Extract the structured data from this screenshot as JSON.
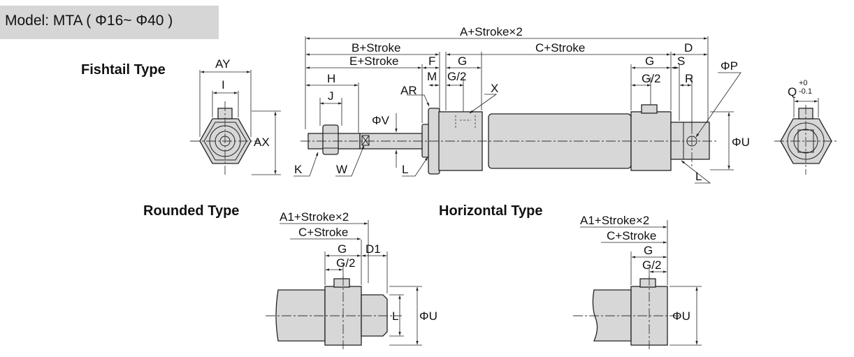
{
  "model": "Model: MTA ( Φ16~ Φ40 )",
  "sections": {
    "fishtail": "Fishtail Type",
    "rounded": "Rounded Type",
    "horizontal": "Horizontal Type"
  },
  "dims_main": {
    "A": "A+Stroke×2",
    "B": "B+Stroke",
    "C": "C+Stroke",
    "D": "D",
    "E": "E+Stroke",
    "F": "F",
    "G_left": "G",
    "G_right": "G",
    "S": "S",
    "PhiP": "ΦP",
    "H": "H",
    "M": "M",
    "G2_left": "G/2",
    "G2_right": "G/2",
    "R": "R",
    "J": "J",
    "AR": "AR",
    "X": "X",
    "PhiV": "ΦV",
    "PhiU": "ΦU",
    "K": "K",
    "W": "W",
    "L_rod": "L",
    "L_end": "L"
  },
  "dims_left_end": {
    "AY": "AY",
    "I": "I",
    "AX": "AX"
  },
  "dims_right_end": {
    "Q": "Q",
    "tol_upper": "+0",
    "tol_lower": "-0.1"
  },
  "dims_rounded": {
    "A1": "A1+Stroke×2",
    "C": "C+Stroke",
    "G": "G",
    "D1": "D1",
    "G2": "G/2",
    "L": "L",
    "PhiU": "ΦU"
  },
  "dims_horizontal": {
    "A1": "A1+Stroke×2",
    "C": "C+Stroke",
    "G": "G",
    "G2": "G/2",
    "PhiU": "ΦU"
  }
}
